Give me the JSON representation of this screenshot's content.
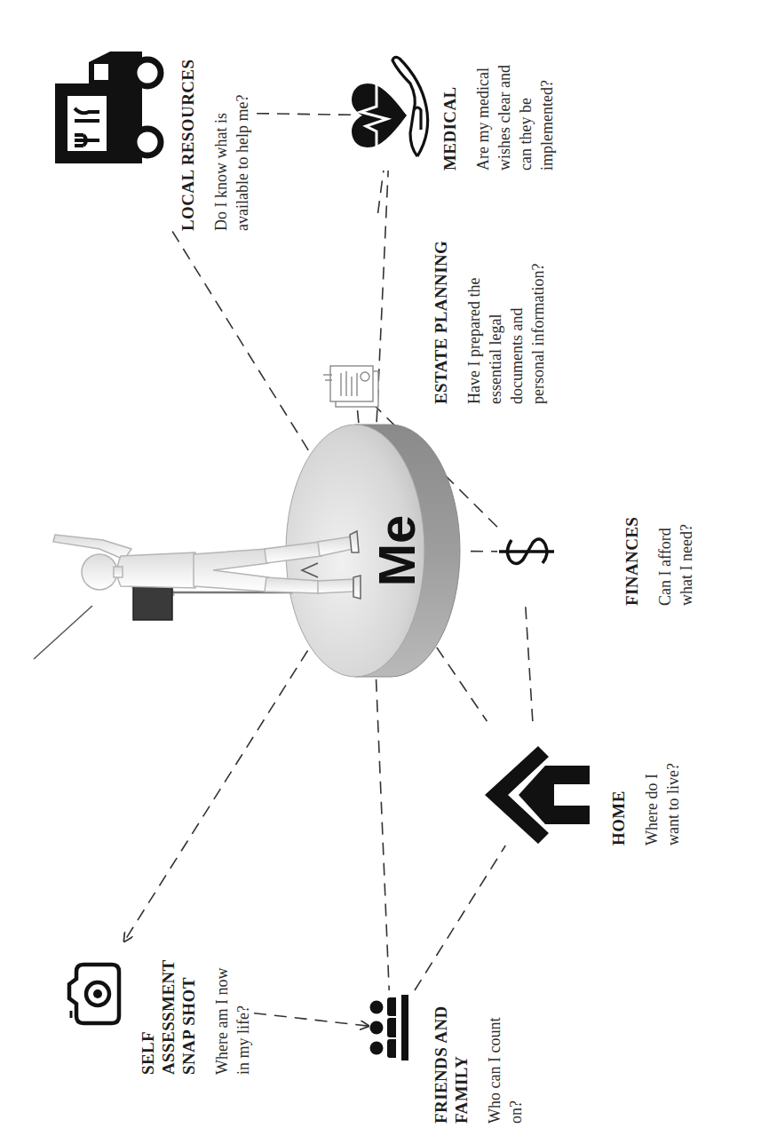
{
  "diagram": {
    "nodes": [
      {
        "text": [
          "Me"
        ]
      },
      {
        "text": [
          "SELF ASSESSMENT SNAP SHOT",
          "Where am I now in my life?"
        ]
      },
      {
        "text": [
          "FRIENDS AND FAMILY",
          "Who can I count on?"
        ]
      },
      {
        "text": [
          "HOME",
          "Where do I want to live?"
        ]
      },
      {
        "text": [
          "FINANCES",
          "Can I afford what I need?"
        ]
      },
      {
        "text": [
          "ESTATE PLANNING",
          "Have I prepared the essential legal documents and personal information?"
        ]
      },
      {
        "text": [
          "MEDICAL",
          "Are my medical wishes clear and can they be implemented?"
        ]
      },
      {
        "text": [
          "LOCAL RESOURCES",
          "Do I know what is available to help me?"
        ]
      }
    ],
    "edges": [
      {
        "from": 0,
        "to": 1,
        "arrow": "to"
      },
      {
        "from": 0,
        "to": 2,
        "arrow": "none"
      },
      {
        "from": 0,
        "to": 3,
        "arrow": "none"
      },
      {
        "from": 0,
        "to": 4,
        "arrow": "none"
      },
      {
        "from": 0,
        "to": 5,
        "arrow": "none"
      },
      {
        "from": 0,
        "to": 6,
        "arrow": "none"
      },
      {
        "from": 0,
        "to": 7,
        "arrow": "none"
      },
      {
        "from": 1,
        "to": 2,
        "arrow": "to"
      },
      {
        "from": 2,
        "to": 3,
        "arrow": "none"
      },
      {
        "from": 3,
        "to": 4,
        "arrow": "none"
      },
      {
        "from": 4,
        "to": 5,
        "arrow": "none"
      },
      {
        "from": 5,
        "to": 6,
        "arrow": "none"
      },
      {
        "from": 6,
        "to": 7,
        "arrow": "none"
      }
    ]
  }
}
